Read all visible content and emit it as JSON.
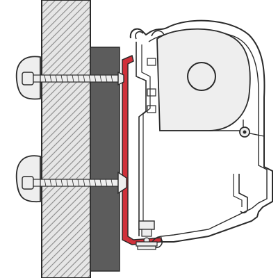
{
  "diagram": {
    "type": "technical-cross-section",
    "labels": [],
    "components": [
      {
        "id": "wall",
        "icon": "hatched-wall-section"
      },
      {
        "id": "spacer",
        "icon": "dark-spacer-block"
      },
      {
        "id": "adapter",
        "icon": "red-adapter-bracket"
      },
      {
        "id": "bolt-top",
        "icon": "bolt-with-knob"
      },
      {
        "id": "bolt-bottom",
        "icon": "bolt-with-knob"
      },
      {
        "id": "awning-case",
        "icon": "awning-profile"
      },
      {
        "id": "fabric-roll",
        "icon": "fabric-roller"
      }
    ],
    "colors": {
      "outline": "#2a2a2a",
      "wall_fill": "#e6e6e6",
      "hatch": "#8a8a8a",
      "spacer": "#5c5c5c",
      "adapter": "#d0303a",
      "knob": "#eeeeee",
      "background": "#ffffff"
    }
  }
}
